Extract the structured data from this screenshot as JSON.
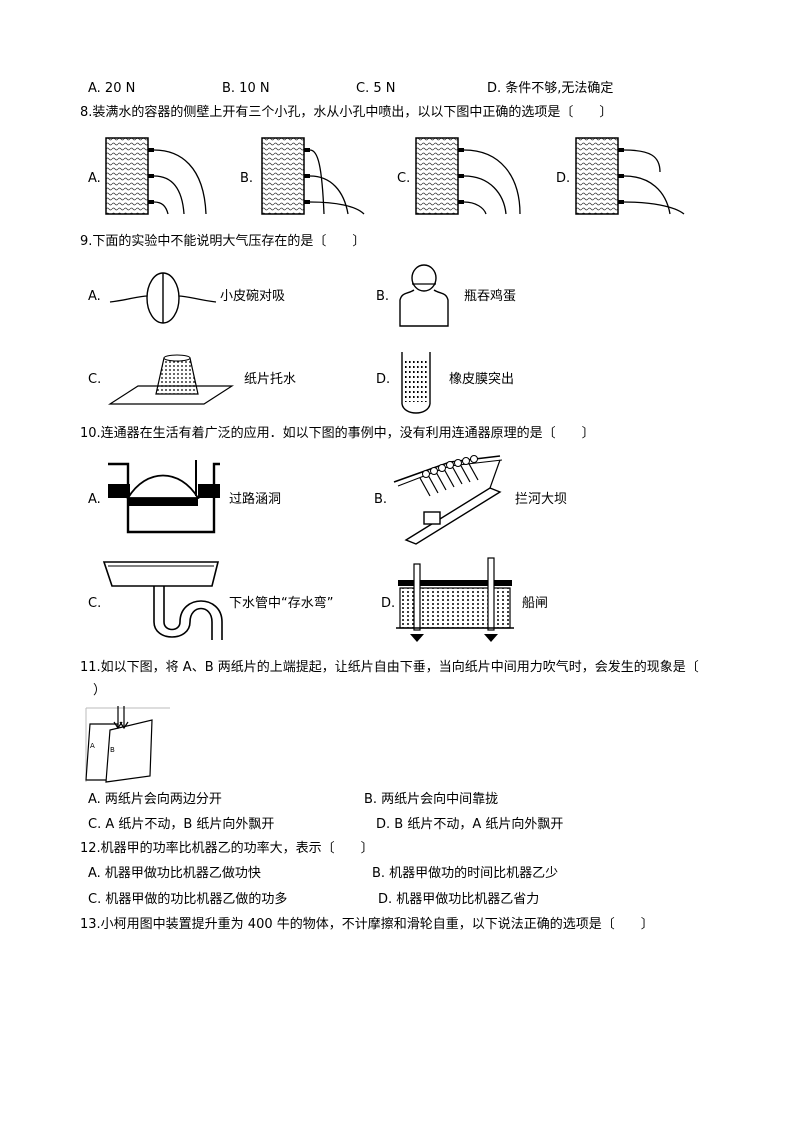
{
  "q7": {
    "options": [
      "A. 20 N",
      "B. 10 N",
      "C. 5 N",
      "D. 条件不够,无法确定"
    ]
  },
  "q8": {
    "stem": "8.装满水的容器的侧壁上开有三个小孔，水从小孔中喷出，以以下图中正确的选项是〔　　〕",
    "labels": [
      "A.",
      "B.",
      "C.",
      "D."
    ]
  },
  "q9": {
    "stem": "9.下面的实验中不能说明大气压存在的是〔　　〕",
    "labels": [
      "A.",
      "B.",
      "C.",
      "D."
    ],
    "captions": [
      "小皮碗对吸",
      "瓶吞鸡蛋",
      "纸片托水",
      "橡皮膜突出"
    ]
  },
  "q10": {
    "stem": "10.连通器在生活有着广泛的应用．如以下图的事例中，没有利用连通器原理的是〔　　〕",
    "labels": [
      "A.",
      "B.",
      "C.",
      "D."
    ],
    "captions": [
      "过路涵洞",
      "拦河大坝",
      "下水管中“存水弯”",
      "船闸"
    ]
  },
  "q11": {
    "stem_line1": "11.如以下图，将 A、B 两纸片的上端提起，让纸片自由下垂，当向纸片中间用力吹气时，会发生的现象是〔",
    "stem_line2": "　）",
    "fig_labels": [
      "A",
      "B"
    ],
    "options": [
      "A. 两纸片会向两边分开",
      "B. 两纸片会向中间靠拢",
      "C. A 纸片不动，B 纸片向外飘开",
      "D. B 纸片不动，A 纸片向外飘开"
    ]
  },
  "q12": {
    "stem": "12.机器甲的功率比机器乙的功率大，表示〔　　〕",
    "options": [
      "A. 机器甲做功比机器乙做功快",
      "B. 机器甲做功的时间比机器乙少",
      "C. 机器甲做的功比机器乙做的功多",
      "D. 机器甲做功比机器乙省力"
    ]
  },
  "q13": {
    "stem": "13.小柯用图中装置提升重为 400 牛的物体，不计摩擦和滑轮自重，以下说法正确的选项是〔　　〕"
  }
}
